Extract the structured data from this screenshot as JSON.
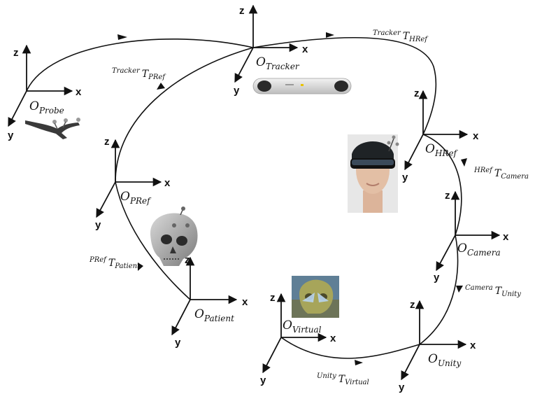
{
  "axis_labels": {
    "x": "x",
    "y": "y",
    "z": "z"
  },
  "frames": {
    "probe": {
      "O": "O",
      "sub": "Probe"
    },
    "tracker": {
      "O": "O",
      "sub": "Tracker"
    },
    "pref": {
      "O": "O",
      "sub": "PRef"
    },
    "patient": {
      "O": "O",
      "sub": "Patient"
    },
    "href": {
      "O": "O",
      "sub": "HRef"
    },
    "camera": {
      "O": "O",
      "sub": "Camera"
    },
    "virtual": {
      "O": "O",
      "sub": "Virtual"
    },
    "unity": {
      "O": "O",
      "sub": "Unity"
    }
  },
  "transforms": {
    "tracker_pref": {
      "sup": "Tracker",
      "T": "T",
      "sub": "PRef"
    },
    "tracker_href": {
      "sup": "Tracker",
      "T": "T",
      "sub": "HRef"
    },
    "pref_patient": {
      "sup": "PRef",
      "T": "T",
      "sub": "Patient"
    },
    "href_camera": {
      "sup": "HRef",
      "T": "T",
      "sub": "Camera"
    },
    "camera_unity": {
      "sup": "Camera",
      "T": "T",
      "sub": "Unity"
    },
    "unity_virtual": {
      "sup": "Unity",
      "T": "T",
      "sub": "Virtual"
    }
  },
  "colors": {
    "line": "#111111",
    "background": "#ffffff"
  },
  "images": [
    "probe-photo",
    "tracker-device-photo",
    "headset-mannequin-photo",
    "skull-model-photo",
    "virtual-skull-render"
  ]
}
